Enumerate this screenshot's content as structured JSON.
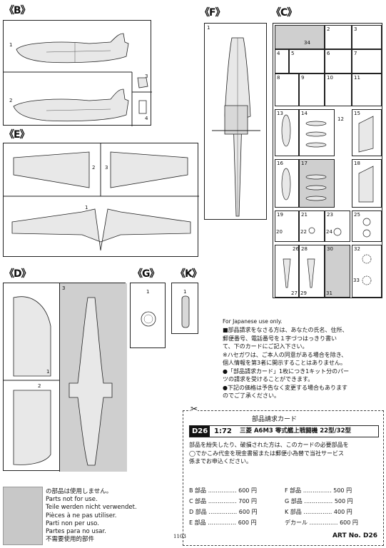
{
  "sections": {
    "B": "《B》",
    "C": "《C》",
    "D": "《D》",
    "E": "《E》",
    "F": "《F》",
    "G": "《G》",
    "K": "《K》"
  },
  "parts": {
    "b": [
      "1",
      "2",
      "3",
      "4"
    ],
    "e": [
      "1",
      "2",
      "3"
    ],
    "f": [
      "1"
    ],
    "d": [
      "1",
      "2",
      "3"
    ],
    "g": [
      "1"
    ],
    "k": [
      "1"
    ],
    "c_cells": [
      {
        "n": "",
        "extra": "34"
      },
      {
        "n": "2"
      },
      {
        "n": "3"
      },
      {
        "n": "4"
      },
      {
        "n": "5"
      },
      {
        "n": "6"
      },
      {
        "n": "7"
      },
      {
        "n": "8"
      },
      {
        "n": "9"
      },
      {
        "n": "10"
      },
      {
        "n": "11"
      },
      {
        "n": "13"
      },
      {
        "n": "14"
      },
      {
        "n": "15"
      },
      {
        "n": "16"
      },
      {
        "n": "17"
      },
      {
        "n": "18"
      },
      {
        "n": "19"
      },
      {
        "n": "21"
      },
      {
        "n": "23"
      },
      {
        "n": "25"
      },
      {
        "n": "26"
      },
      {
        "n": "28"
      },
      {
        "n": "30"
      },
      {
        "n": "32"
      }
    ],
    "c_extra": [
      "12",
      "20",
      "22",
      "24",
      "27",
      "29",
      "31",
      "33"
    ]
  },
  "notice": {
    "en": "For Japanese use only.",
    "lines": [
      "■部品請求をなさる方は、あなたの氏名、住所、",
      "郵便番号、電話番号を１字づつはっきり書い",
      "て、下のカードにご記入下さい。",
      "※ハセガワは、ご本人の同意がある場合を除き、",
      "個人情報を第3者に開示することはありません。",
      "●「部品請求カード」1枚につき1キット分のパー",
      "ツの請求を受けることができます。",
      "●下記の価格は予告なく変更する場合もあります",
      "のでご了承ください。"
    ]
  },
  "card": {
    "title": "部品請求カード",
    "code": "D26",
    "scale": "1:72",
    "name": "三菱 A6M3 零式艦上戦闘機 22型/32型",
    "body": [
      "部品を紛失したり、破損された方は、このカードの必要部品を",
      "◯でかこみ代金を現金書留または郵便小為替で当社サービス",
      "係までお申込ください。"
    ],
    "prices": [
      {
        "label": "B 部品",
        "price": "600 円"
      },
      {
        "label": "F 部品",
        "price": "500 円"
      },
      {
        "label": "C 部品",
        "price": "700 円"
      },
      {
        "label": "G 部品",
        "price": "500 円"
      },
      {
        "label": "D 部品",
        "price": "600 円"
      },
      {
        "label": "K 部品",
        "price": "400 円"
      },
      {
        "label": "E 部品",
        "price": "600 円"
      },
      {
        "label": "デカール",
        "price": "600 円"
      }
    ],
    "dots": "……………",
    "artno_label": "ART No.",
    "artno": "D26",
    "code_small": "1103"
  },
  "not_used": [
    "の部品は使用しません。",
    "Parts not for use.",
    "Teile werden nicht verwendet.",
    "Pièces à ne pas utiliser.",
    "Parti non per uso.",
    "Partes para no usar.",
    "不需要使用的部件"
  ]
}
